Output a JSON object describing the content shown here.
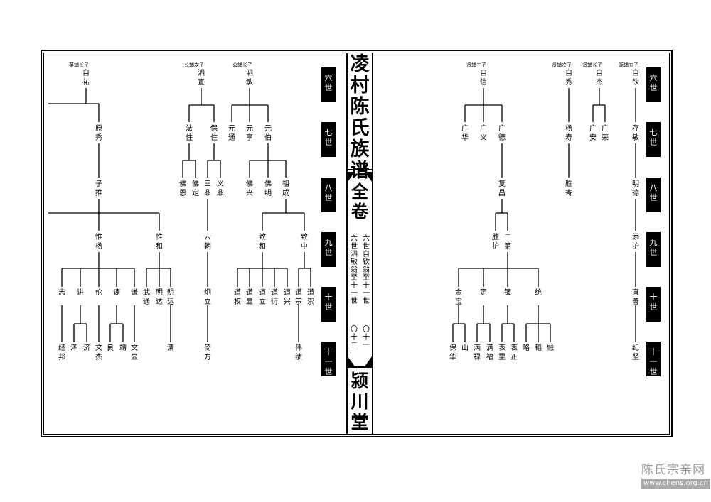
{
  "spine": {
    "title": "凌村陈氏族谱",
    "volume": "全卷",
    "range_right": "六世自钦翁至十一世",
    "range_left": "六世泗敏翁至十一世",
    "page_right": "〇十一",
    "page_left": "〇十二",
    "hall": "颍川堂"
  },
  "generations": [
    "六世",
    "七世",
    "八世",
    "九世",
    "十世",
    "十一世"
  ],
  "notes": {
    "ying_fu_1": "英辅长子",
    "gong_fu_2": "公辅次子",
    "gong_fu_1": "公辅长子",
    "xian_fu_3": "贤辅三子",
    "xian_fu_2": "贤辅次子",
    "xian_fu_1": "贤辅长子",
    "yuan_fu_5": "源辅五子"
  },
  "people": {
    "zi_you": "自祐",
    "yuan_xiu": "原秀",
    "zi_zhui": "子推",
    "wei_yang": "惟杨",
    "wei_he": "惟和",
    "zhi": "志",
    "jiang": "讲",
    "lun": "伦",
    "su": "谏",
    "qian": "谦",
    "wu_tong": "武通",
    "ming_da": "明达",
    "ming_yuan": "明远",
    "jing_bang": "经邦",
    "ze": "泽",
    "ji": "济",
    "wen_jie": "文杰",
    "liang": "良",
    "jing": "靖",
    "wen_xian": "文显",
    "qing": "清",
    "si_xuan": "泗宣",
    "fa_zhu": "法住",
    "bao_zhu": "保住",
    "fo_en": "佛恩",
    "fo_ding": "佛定",
    "san_ding": "三鼎",
    "yi_ding": "义鼎",
    "yun_chao": "云朝",
    "jiong_li": "炯立",
    "yi_fang": "倚方",
    "si_min": "泗敏",
    "yuan_tong": "元通",
    "yuan_heng": "元亨",
    "yuan_bo": "元伯",
    "fo_xing": "佛兴",
    "fo_ming": "佛明",
    "zu_cheng": "祖成",
    "zhi_he": "致和",
    "zhi_zhong": "致中",
    "dao_quan": "道权",
    "dao_xian": "道显",
    "dao_li": "道立",
    "dao_yan": "道衍",
    "dao_xing": "道兴",
    "dao_zong": "道宗",
    "dao_chong": "道崇",
    "wei_ji": "伟绩",
    "zi_xin": "自信",
    "guang_hua": "广华",
    "guang_yi": "广义",
    "guang_de": "广德",
    "fu_chang": "复昌",
    "sheng_hu": "胜护",
    "er_di": "二第",
    "jin_bao": "金宝",
    "ding": "定",
    "du": "镀",
    "tong": "统",
    "bao_hua": "保华",
    "shan": "山",
    "man_lu": "满禄",
    "man_fu": "满福",
    "biao_li": "表里",
    "biao_zheng": "表正",
    "lue": "略",
    "tao": "韬",
    "rong": "融",
    "zi_xiu": "自秀",
    "yang_shou": "杨寿",
    "sheng_ji": "胜寄",
    "zi_jie": "自杰",
    "guang_an": "广安",
    "guang_rong": "广荣",
    "zi_qin": "自钦",
    "cun_min": "存敏",
    "ming_de": "明德",
    "tian_hu": "添护",
    "zhi_shan": "直善",
    "ji_jian": "纪坚"
  },
  "branding": {
    "site_name": "陈氏宗亲网",
    "site_url": "www.chens.org.cn"
  }
}
